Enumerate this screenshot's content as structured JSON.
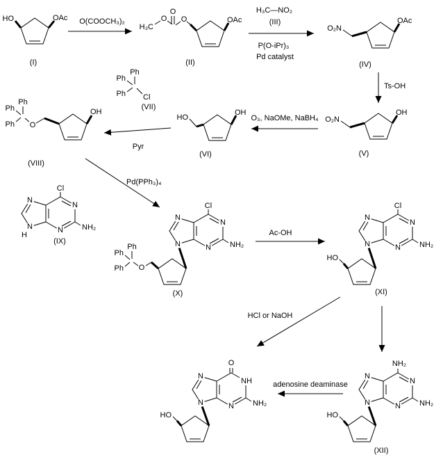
{
  "atoms": {
    "HO": "HO",
    "OH": "OH",
    "OAc": "OAc",
    "O": "O",
    "N": "N",
    "NH": "NH",
    "NH2": "NH₂",
    "H": "H",
    "Cl": "Cl",
    "H3C": "H₃C",
    "O2N": "O₂N",
    "Ph": "Ph"
  },
  "compounds": {
    "c1": "(I)",
    "c2": "(II)",
    "c3": "(III)",
    "c4": "(IV)",
    "c5": "(V)",
    "c6": "(VI)",
    "c7": "(VII)",
    "c8": "(VIII)",
    "c9": "(IX)",
    "c10": "(X)",
    "c11": "(XI)",
    "c12": "(XII)"
  },
  "reagents": {
    "step1": "O(COOCH₃)₂",
    "nitromethane": "H₃C—NO₂",
    "phosphite": "P(O-iPr)₃",
    "pd_catalyst": "Pd catalyst",
    "tsoh": "Ts-OH",
    "ozonolysis": "O₃, NaOMe, NaBH₄",
    "pyr": "Pyr",
    "pd_pph3": "Pd(PPh₃)₄",
    "acoh": "Ac-OH",
    "hcl_naoh": "HCl or NaOH",
    "enzyme": "adenosine deaminase"
  }
}
